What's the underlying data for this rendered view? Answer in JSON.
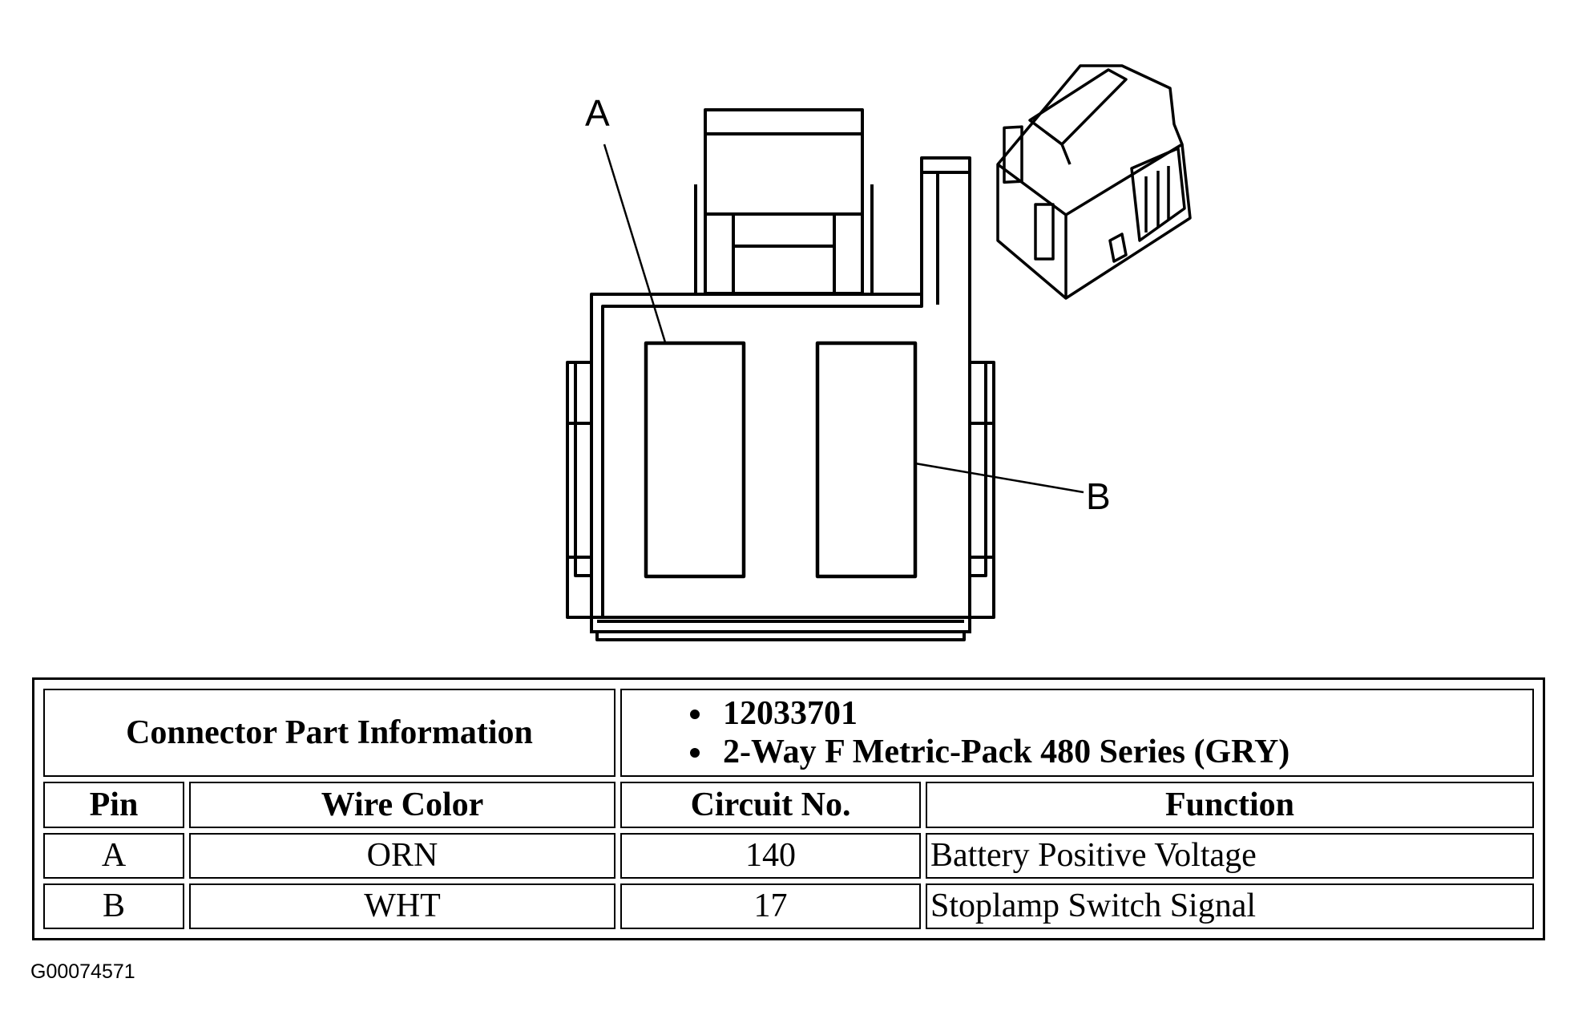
{
  "diagram": {
    "callouts": {
      "a": "A",
      "b": "B"
    }
  },
  "table": {
    "info_label": "Connector Part Information",
    "part_info": [
      "12033701",
      "2-Way F Metric-Pack 480 Series (GRY)"
    ],
    "headers": {
      "pin": "Pin",
      "wire_color": "Wire Color",
      "circuit": "Circuit No.",
      "function": "Function"
    },
    "rows": [
      {
        "pin": "A",
        "wire_color": "ORN",
        "circuit": "140",
        "function": "Battery Positive Voltage"
      },
      {
        "pin": "B",
        "wire_color": "WHT",
        "circuit": "17",
        "function": "Stoplamp Switch Signal"
      }
    ]
  },
  "image_code": "G00074571"
}
